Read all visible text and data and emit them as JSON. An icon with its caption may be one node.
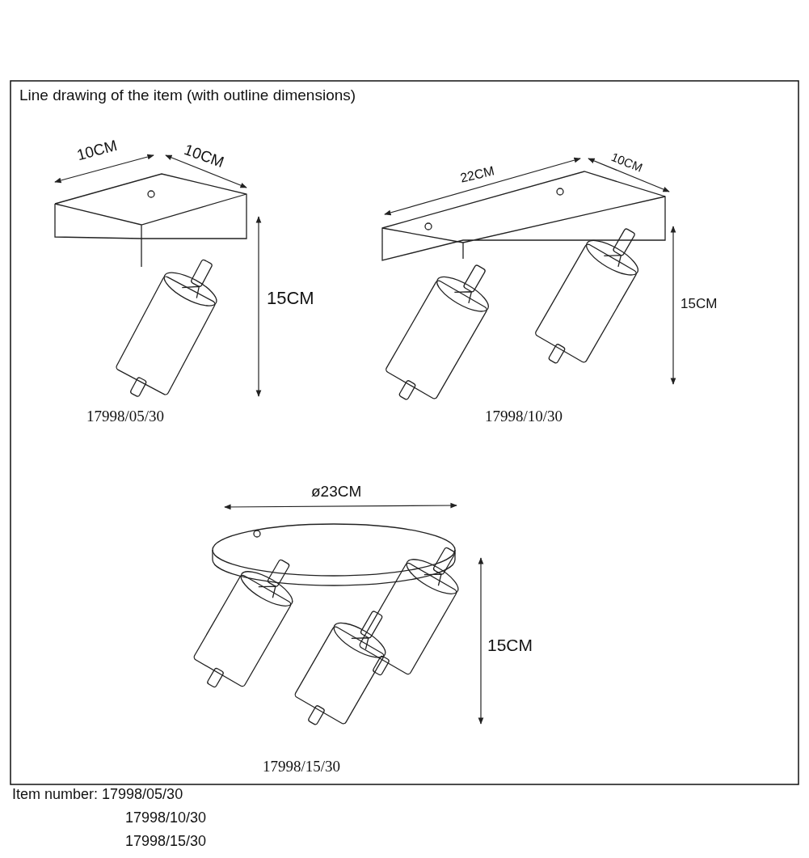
{
  "diagram": {
    "title": "Line drawing of the item (with outline dimensions)",
    "labels": [
      "10CM",
      "10CM",
      "22CM",
      "10CM",
      "15CM",
      "15CM",
      "17998/05/30",
      "17998/10/30",
      "ø23CM",
      "15CM",
      "17998/15/30",
      "Item number: 17998/05/30",
      "17998/10/30",
      "17998/15/30"
    ]
  }
}
